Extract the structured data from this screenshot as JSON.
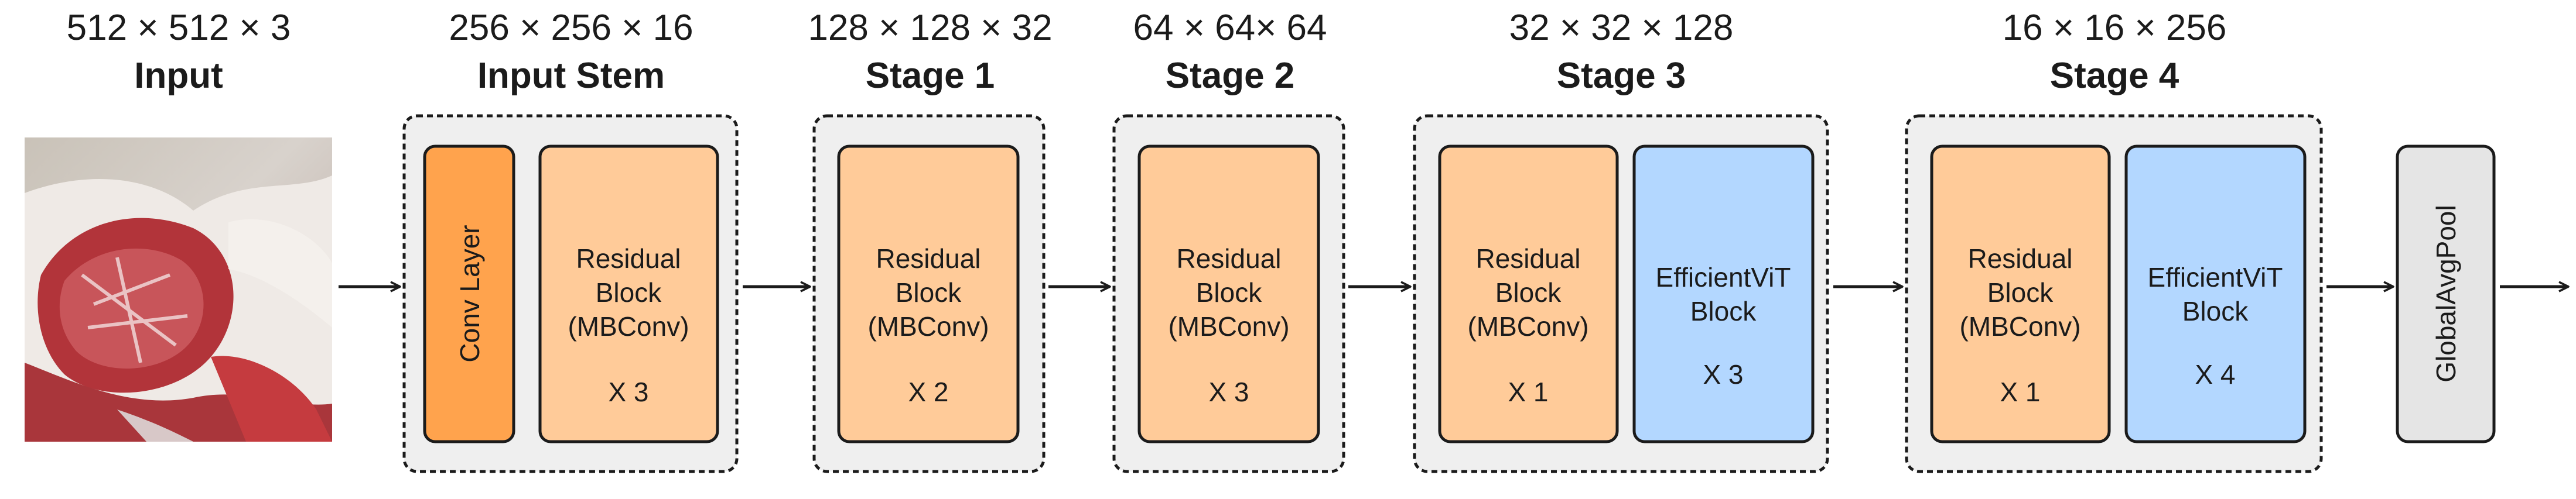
{
  "input": {
    "dims": "512 × 512 × 3",
    "title": "Input"
  },
  "stages": [
    {
      "dims": "256 × 256 × 16",
      "title": "Input Stem",
      "conv": {
        "label": "Conv Layer",
        "color": "#FFA34D"
      },
      "blocks": [
        {
          "lines": [
            "Residual",
            "Block",
            "(MBConv)"
          ],
          "repeat": "X 3",
          "color": "#FFCB99"
        }
      ]
    },
    {
      "dims": "128 × 128 × 32",
      "title": "Stage 1",
      "blocks": [
        {
          "lines": [
            "Residual",
            "Block",
            "(MBConv)"
          ],
          "repeat": "X 2",
          "color": "#FFCB99"
        }
      ]
    },
    {
      "dims": "64 × 64× 64",
      "title": "Stage 2",
      "blocks": [
        {
          "lines": [
            "Residual",
            "Block",
            "(MBConv)"
          ],
          "repeat": "X 3",
          "color": "#FFCB99"
        }
      ]
    },
    {
      "dims": "32 × 32 × 128",
      "title": "Stage 3",
      "blocks": [
        {
          "lines": [
            "Residual",
            "Block",
            "(MBConv)"
          ],
          "repeat": "X 1",
          "color": "#FFCB99"
        },
        {
          "lines": [
            "EfficientViT",
            "Block"
          ],
          "repeat": "X 3",
          "color": "#B3D7FF"
        }
      ]
    },
    {
      "dims": "16 × 16 × 256",
      "title": "Stage 4",
      "blocks": [
        {
          "lines": [
            "Residual",
            "Block",
            "(MBConv)"
          ],
          "repeat": "X 1",
          "color": "#FFCB99"
        },
        {
          "lines": [
            "EfficientViT",
            "Block"
          ],
          "repeat": "X 4",
          "color": "#B3D7FF"
        }
      ]
    }
  ],
  "pool": {
    "label": "GlobalAvgPool",
    "color": "#E5E5E5"
  },
  "colors": {
    "group_fill": "#EFEFEF",
    "stroke": "#1B1B1B"
  }
}
